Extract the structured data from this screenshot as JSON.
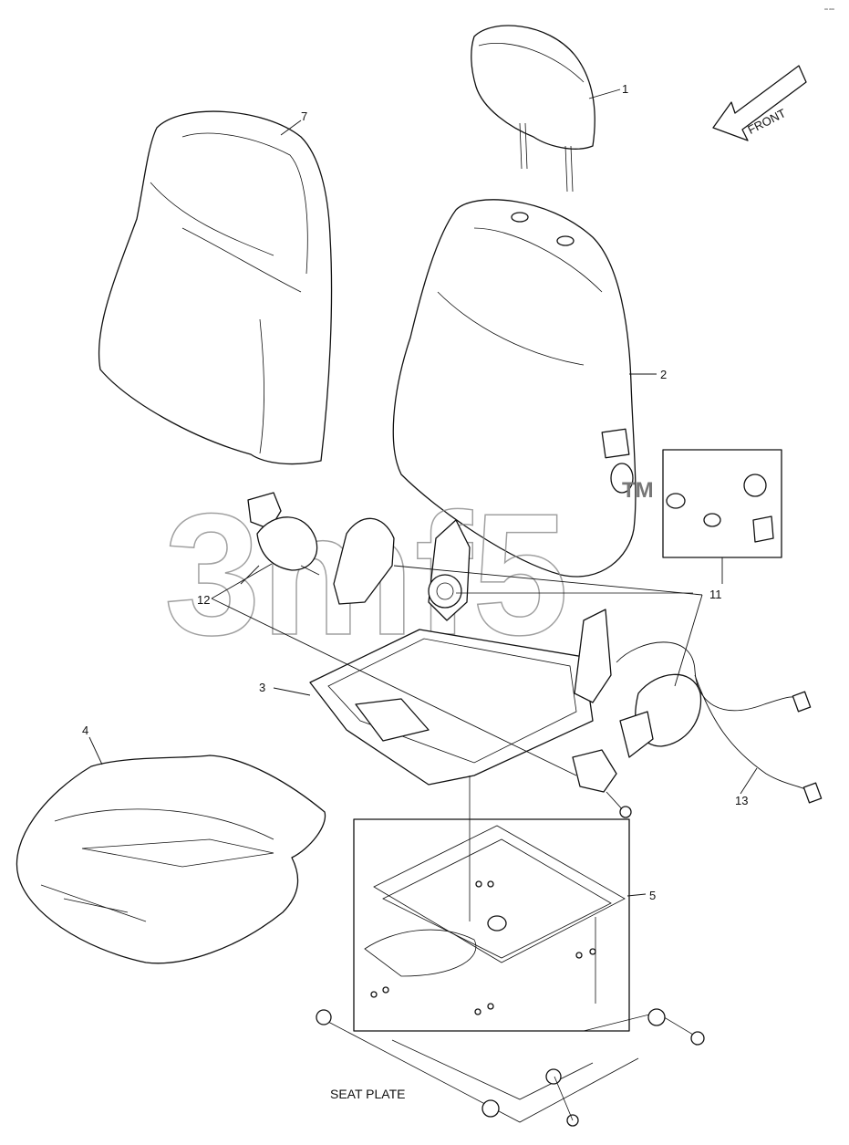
{
  "diagram": {
    "direction_label": "FRONT",
    "base_label": "SEAT PLATE",
    "watermark_text": "3mf5",
    "watermark_tm": "TM",
    "corner_mark": "ᵃᵃ ᵃᵃᵃ",
    "callouts": [
      {
        "id": "1",
        "part": "headrest"
      },
      {
        "id": "2",
        "part": "backrest-cushion"
      },
      {
        "id": "3",
        "part": "seat-frame"
      },
      {
        "id": "4",
        "part": "seat-cushion"
      },
      {
        "id": "5",
        "part": "seat-slide-rails"
      },
      {
        "id": "7",
        "part": "backrest-cover"
      },
      {
        "id": "11",
        "part": "cap-kit"
      },
      {
        "id": "12",
        "part": "seat-belt"
      },
      {
        "id": "13",
        "part": "wire-harness"
      }
    ]
  }
}
